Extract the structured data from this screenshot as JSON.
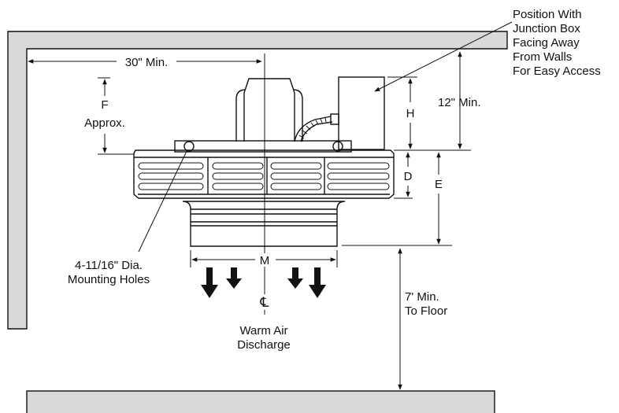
{
  "diagram": {
    "dim_wall_clearance": "30\" Min.",
    "dim_f_letter": "F",
    "dim_f_approx": "Approx.",
    "dim_h": "H",
    "dim_top_clearance": "12\" Min.",
    "dim_d": "D",
    "dim_e": "E",
    "dim_m": "M",
    "centerline_symbol": "℄",
    "note_junction_box": [
      "Position With",
      "Junction Box",
      "Facing Away",
      "From Walls",
      "For Easy Access"
    ],
    "note_mounting_holes": [
      "4-11/16\" Dia.",
      "Mounting Holes"
    ],
    "note_warm_air": [
      "Warm Air",
      "Discharge"
    ],
    "dim_floor_clearance": [
      "7' Min.",
      "To Floor"
    ]
  },
  "colors": {
    "wall_fill": "#d9d9d9",
    "line": "#111111",
    "background": "#ffffff"
  }
}
